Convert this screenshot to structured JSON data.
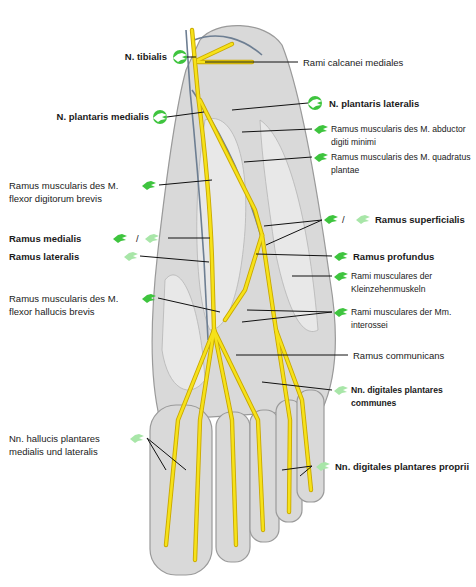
{
  "diagram": {
    "labels": [
      "N. tibialis",
      "Rami calcanei mediales",
      "N. plantaris medialis",
      "N. plantaris lateralis",
      "Ramus muscularis des M. abductor digiti minimi",
      "Ramus muscularis des M. quadratus plantae",
      "Ramus muscularis des M. flexor digitorum brevis",
      "/",
      "Ramus superficialis",
      "Ramus medialis",
      "/",
      "Ramus lateralis",
      "Ramus profundus",
      "Rami musculares der Kleinzehenmuskeln",
      "Ramus muscularis des M. flexor hallucis brevis",
      "Rami musculares der Mm. interossei",
      "Ramus communicans",
      "Nn. digitales plantares communes",
      "Nn. hallucis plantares medialis und lateralis",
      "Nn. digitales plantares proprii"
    ]
  }
}
